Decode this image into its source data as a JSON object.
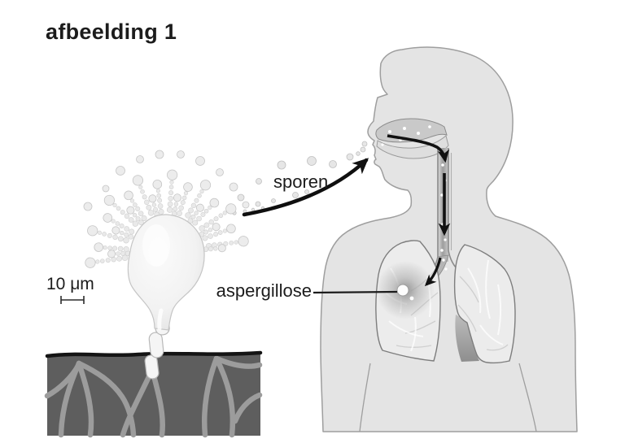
{
  "figure": {
    "title": "afbeelding 1",
    "scale_label": "10 μm",
    "spore_label": "sporen",
    "disease_label": "aspergillose"
  },
  "colors": {
    "ink": "#1c1c1c",
    "arrow": "#111111",
    "body_fill": "#e4e4e4",
    "body_outline": "#9e9e9e",
    "lung_fill": "#ececec",
    "nasal_cavity_fill": "#c9c9c9",
    "soil_fill": "#5e5e5e",
    "mycelium": "#9c9c9c",
    "spore_fill": "#e6e6e6",
    "aspergilloma_shadow": "#8c8c8c"
  }
}
